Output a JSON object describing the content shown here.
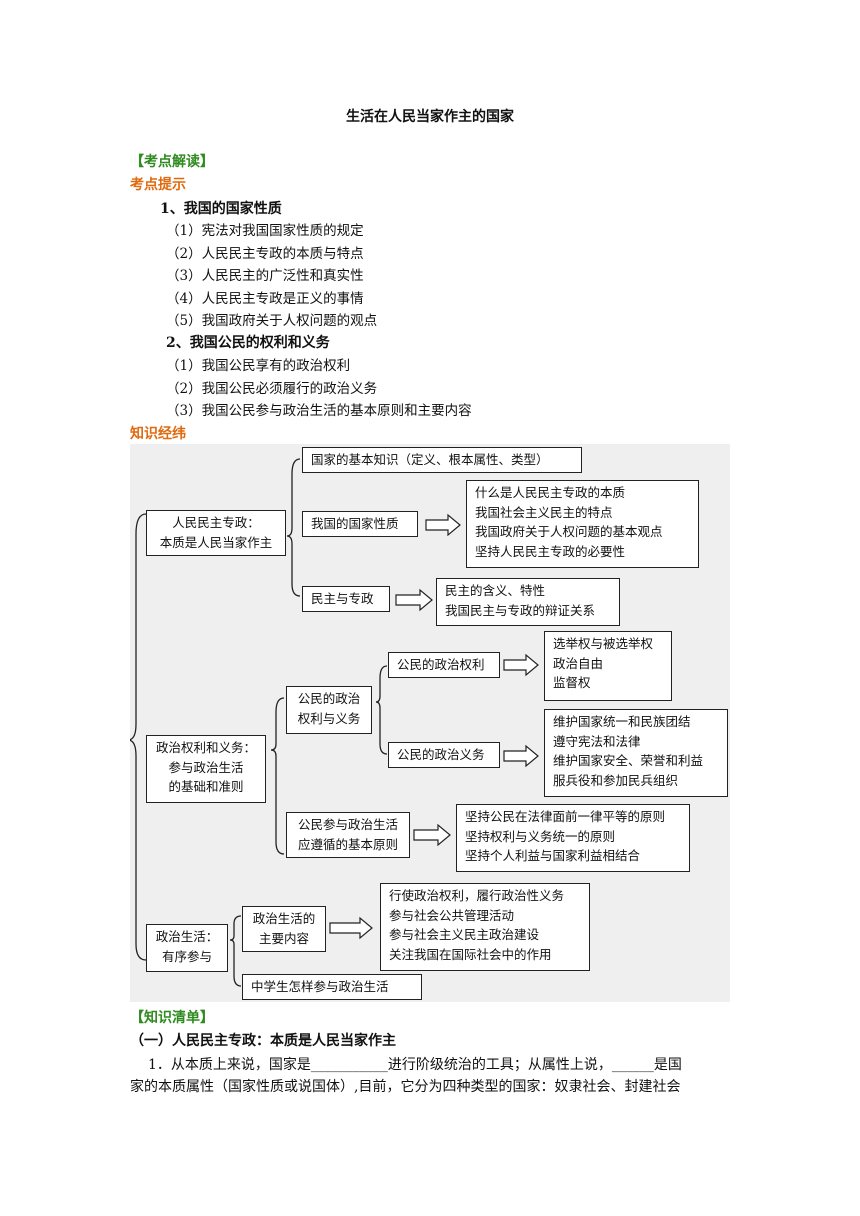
{
  "title": "生活在人民当家作主的国家",
  "section_kaodian": "【考点解读】",
  "kaodian_tishi": "考点提示",
  "topic1": {
    "heading": "1、我国的国家性质",
    "items": [
      "（1）宪法对我国国家性质的规定",
      "（2）人民民主专政的本质与特点",
      "（3）人民民主的广泛性和真实性",
      "（4）人民民主专政是正义的事情",
      "（5）我国政府关于人权问题的观点"
    ]
  },
  "topic2": {
    "heading": "2、我国公民的权利和义务",
    "items": [
      "（1）我国公民享有的政治权利",
      "（2）我国公民必须履行的政治义务",
      "（3）我国公民参与政治生活的基本原则和主要内容"
    ]
  },
  "zhishi_jingwei": "知识经纬",
  "diagram": {
    "root1": [
      "人民民主专政：",
      "本质是人民当家作主"
    ],
    "basic_knowledge": "国家的基本知识（定义、根本属性、类型）",
    "guojia_xingzhi": "我国的国家性质",
    "xingzhi_points": [
      "什么是人民民主专政的本质",
      "我国社会主义民主的特点",
      "我国政府关于人权问题的基本观点",
      "坚持人民民主专政的必要性"
    ],
    "minzhu_zhuanzheng": "民主与专政",
    "minzhu_points": [
      "民主的含义、特性",
      "我国民主与专政的辩证关系"
    ],
    "root2": [
      "政治权利和义务：",
      "参与政治生活",
      "的基础和准则"
    ],
    "quanli_yiwu": [
      "公民的政治",
      "权利与义务"
    ],
    "zhengzhi_quanli": "公民的政治权利",
    "quanli_points": [
      "选举权与被选举权",
      "政治自由",
      "监督权"
    ],
    "zhengzhi_yiwu": "公民的政治义务",
    "yiwu_points": [
      "维护国家统一和民族团结",
      "遵守宪法和法律",
      "维护国家安全、荣誉和利益",
      "服兵役和参加民兵组织"
    ],
    "principle": [
      "公民参与政治生活",
      "应遵循的基本原则"
    ],
    "principle_points": [
      "坚持公民在法律面前一律平等的原则",
      "坚持权利与义务统一的原则",
      "坚持个人利益与国家利益相结合"
    ],
    "root3": [
      "政治生活：",
      "有序参与"
    ],
    "main_content": [
      "政治生活的",
      "主要内容"
    ],
    "content_points": [
      "行使政治权利，履行政治性义务",
      "参与社会公共管理活动",
      "参与社会主义民主政治建设",
      "关注我国在国际社会中的作用"
    ],
    "students": "中学生怎样参与政治生活"
  },
  "section_qingdan": "【知识清单】",
  "part1_heading": "（一）人民民主专政：本质是人民当家作主",
  "para_line1": "1．从本质上来说，国家是___________进行阶级统治的工具；从属性上说，______是国",
  "para_line2": "家的本质属性（国家性质或说国体）,目前，它分为四种类型的国家：奴隶社会、封建社会"
}
